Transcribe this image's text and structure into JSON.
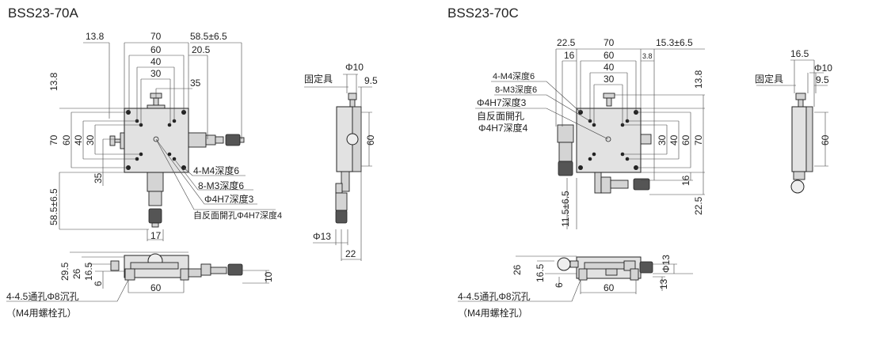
{
  "left": {
    "title": "BSS23-70A",
    "top": {
      "d_13_8_h": "13.8",
      "d_70_h": "70",
      "d_58_5_h": "58.5±6.5",
      "d_60_h": "60",
      "d_20_5": "20.5",
      "d_40_h": "40",
      "d_30_h": "30",
      "d_35_h": "35",
      "d_13_8_v": "13.8",
      "d_70_v": "70",
      "d_60_v": "60",
      "d_40_v": "40",
      "d_30_v": "30",
      "d_35_v": "35",
      "d_58_5_v": "58.5±6.5",
      "d_17": "17",
      "note_m4": "4-M4深度6",
      "note_m3": "8-M3深度6",
      "note_pin": "Φ4H7深度3",
      "note_back": "自反面開孔Φ4H7深度4"
    },
    "side": {
      "fixture": "固定具",
      "d_phi10": "Φ10",
      "d_9_5": "9.5",
      "d_60": "60",
      "d_phi13": "Φ13",
      "d_22": "22"
    },
    "front": {
      "d_29_5": "29.5",
      "d_26": "26",
      "d_16_5": "16.5",
      "d_6": "6",
      "d_60": "60",
      "d_10": "10",
      "note_holes": "4-4.5通孔Φ8沉孔",
      "note_bolt": "（M4用螺栓孔）"
    }
  },
  "right": {
    "title": "BSS23-70C",
    "top": {
      "d_22_5_h": "22.5",
      "d_70_h": "70",
      "d_15_3": "15.3±6.5",
      "d_16_h": "16",
      "d_60_h": "60",
      "d_3_8": "3.8",
      "d_40_h": "40",
      "d_30_h": "30",
      "d_13_8_v": "13.8",
      "d_30_v": "30",
      "d_40_v": "40",
      "d_60_v": "60",
      "d_70_v": "70",
      "d_16_v": "16",
      "d_22_5_v": "22.5",
      "d_11_5": "11.5±6.5",
      "note_m4": "4-M4深度6",
      "note_m3": "8-M3深度6",
      "note_pin": "Φ4H7深度3",
      "note_back1": "自反面開孔",
      "note_back2": "Φ4H7深度4"
    },
    "side": {
      "d_16_5": "16.5",
      "d_phi10": "Φ10",
      "d_9_5": "9.5",
      "fixture": "固定具",
      "d_60": "60"
    },
    "front": {
      "d_26": "26",
      "d_16_5": "16.5",
      "d_6": "6",
      "d_60": "60",
      "d_13": "13",
      "d_phi13": "Φ13",
      "note_holes": "4-4.5通孔Φ8沉孔",
      "note_bolt": "（M4用螺栓孔）"
    }
  }
}
